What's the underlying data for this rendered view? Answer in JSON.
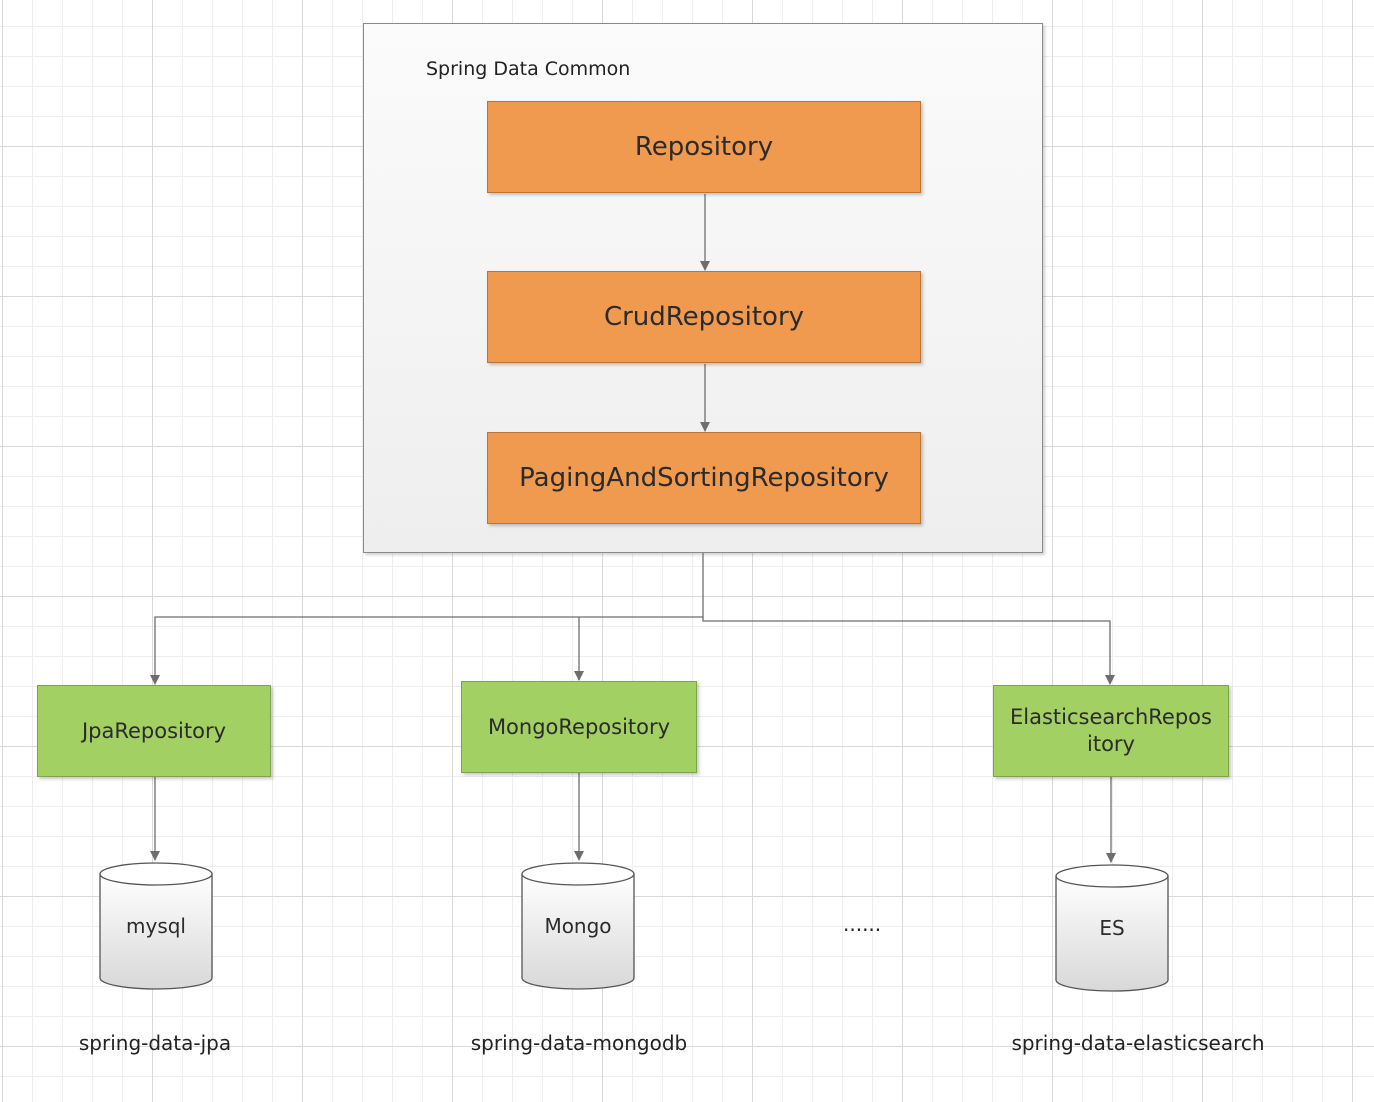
{
  "group": {
    "title": "Spring Data Common"
  },
  "common_nodes": [
    {
      "label": "Repository"
    },
    {
      "label": "CrudRepository"
    },
    {
      "label": "PagingAndSortingRepository"
    }
  ],
  "impl_nodes": [
    {
      "label": "JpaRepository"
    },
    {
      "label": "MongoRepository"
    },
    {
      "label": "ElasticsearchRepos\nitory"
    }
  ],
  "databases": [
    {
      "label": "mysql"
    },
    {
      "label": "Mongo"
    },
    {
      "label": "ES"
    }
  ],
  "ellipsis": "......",
  "captions": [
    {
      "label": "spring-data-jpa"
    },
    {
      "label": "spring-data-mongodb"
    },
    {
      "label": "spring-data-elasticsearch"
    }
  ],
  "colors": {
    "common_node_fill": "#f09a50",
    "impl_node_fill": "#a3d062",
    "group_fill": "#f4f4f4",
    "connector": "#6e6e6e"
  }
}
